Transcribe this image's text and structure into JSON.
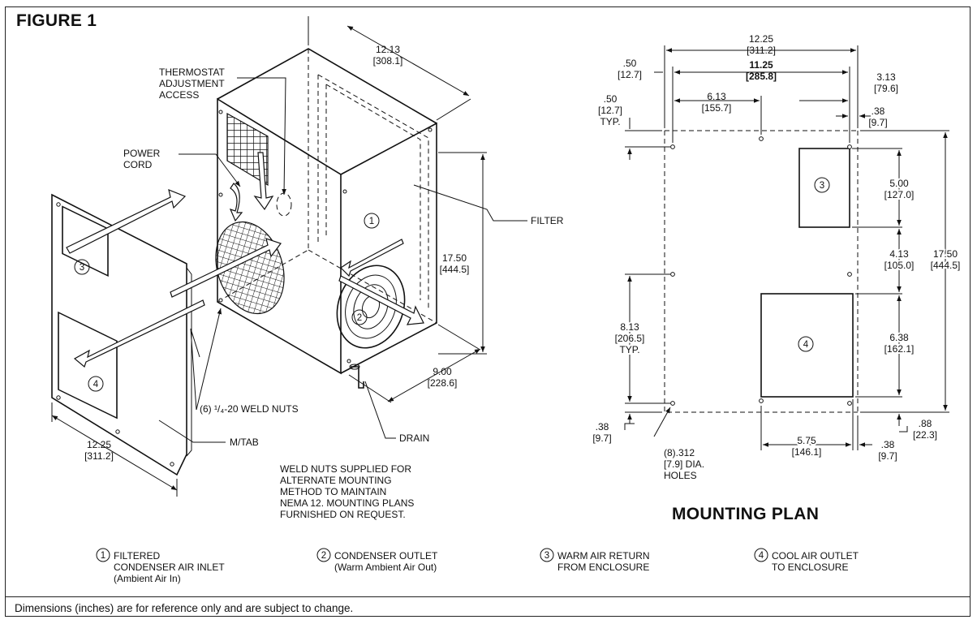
{
  "figure_title": "FIGURE 1",
  "plan_title": "MOUNTING PLAN",
  "footer_note": "Dimensions (inches) are for reference only and are subject to change.",
  "iso_labels": {
    "thermostat_line1": "THERMOSTAT",
    "thermostat_line2": "ADJUSTMENT",
    "thermostat_line3": "ACCESS",
    "power_line1": "POWER",
    "power_line2": "CORD",
    "filter": "FILTER",
    "weld_nuts": "(6) ¹/₄-20 WELD NUTS",
    "drain": "DRAIN",
    "mtab": "M/TAB",
    "note_line1": "WELD NUTS SUPPLIED FOR",
    "note_line2": "ALTERNATE MOUNTING",
    "note_line3": "METHOD TO MAINTAIN",
    "note_line4": "NEMA 12.  MOUNTING PLANS",
    "note_line5": "FURNISHED ON REQUEST."
  },
  "iso_dims": {
    "width_in": "12.13",
    "width_mm": "[308.1]",
    "height_in": "17.50",
    "height_mm": "[444.5]",
    "depth_in": "9.00",
    "depth_mm": "[228.6]",
    "panel_in": "12.25",
    "panel_mm": "[311.2]"
  },
  "plan_dims": {
    "overall_w_in": "12.25",
    "overall_w_mm": "[311.2]",
    "hole_w_in": "11.25",
    "hole_w_mm": "[285.8]",
    "edge_in": ".50",
    "edge_mm": "[12.7]",
    "edge2_in": ".50",
    "edge2_mm": "[12.7]",
    "edge2_typ": "TYP.",
    "mid_in": "6.13",
    "mid_mm": "[155.7]",
    "right_in": "3.13",
    "right_mm": "[79.6]",
    "small_in": ".38",
    "small_mm": "[9.7]",
    "cut3_h_in": "5.00",
    "cut3_h_mm": "[127.0]",
    "gap_in": "4.13",
    "gap_mm": "[105.0]",
    "overall_h_in": "17.50",
    "overall_h_mm": "[444.5]",
    "cut4_h_in": "6.38",
    "cut4_h_mm": "[162.1]",
    "lower_in": "8.13",
    "lower_mm": "[206.5]",
    "lower_typ": "TYP.",
    "bot_in": ".38",
    "bot_mm": "[9.7]",
    "bot_r_in": ".88",
    "bot_r_mm": "[22.3]",
    "cut4_w_in": "5.75",
    "cut4_w_mm": "[146.1]",
    "bot_small_in": ".38",
    "bot_small_mm": "[9.7]",
    "holes_line1": "(8).312",
    "holes_line2": "[7.9] DIA.",
    "holes_line3": "HOLES"
  },
  "callout_numbers": [
    "1",
    "2",
    "3",
    "4"
  ],
  "legend": [
    {
      "num": "1",
      "line1": "FILTERED",
      "line2": "CONDENSER AIR INLET",
      "line3": "(Ambient Air In)"
    },
    {
      "num": "2",
      "line1": "CONDENSER OUTLET",
      "line2": "(Warm Ambient Air Out)",
      "line3": ""
    },
    {
      "num": "3",
      "line1": "WARM AIR RETURN",
      "line2": "FROM ENCLOSURE",
      "line3": ""
    },
    {
      "num": "4",
      "line1": "COOL AIR OUTLET",
      "line2": "TO ENCLOSURE",
      "line3": ""
    }
  ]
}
